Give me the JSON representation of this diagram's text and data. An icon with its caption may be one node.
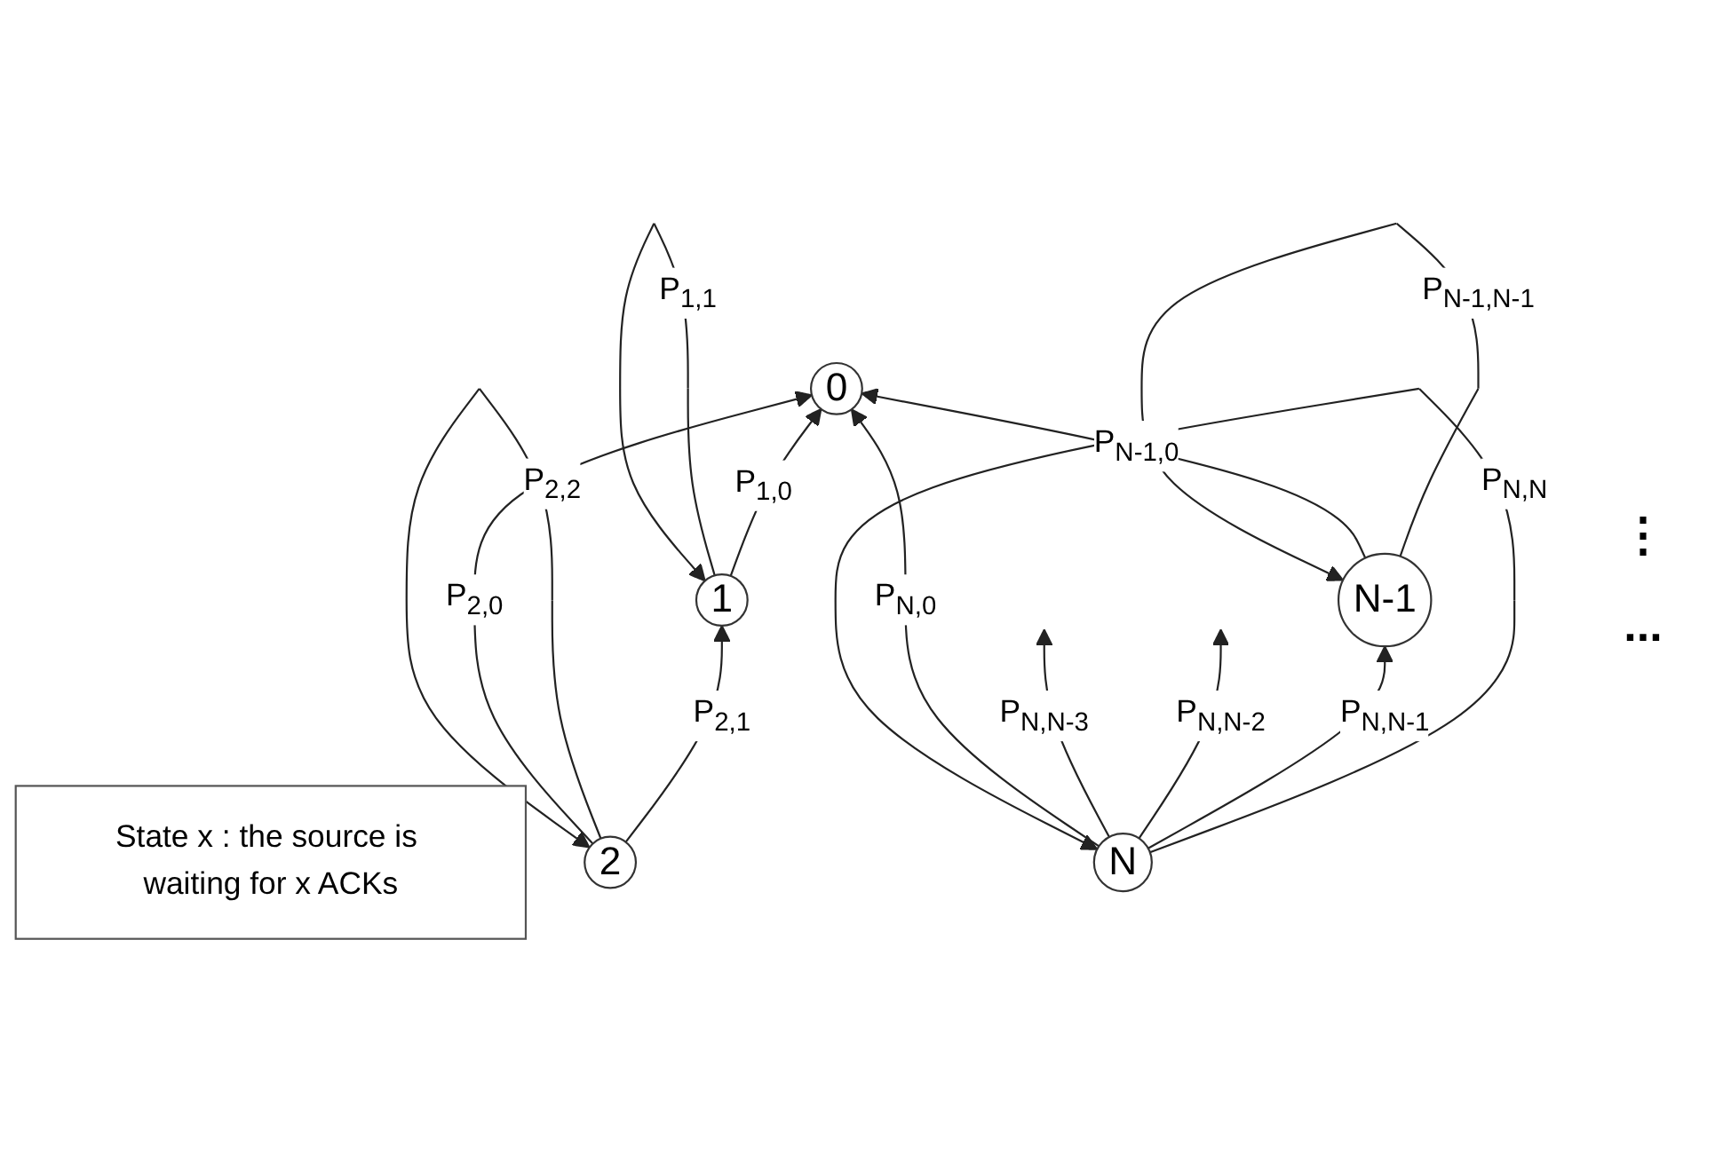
{
  "diagram": {
    "nodes": [
      {
        "text": [
          "0"
        ]
      },
      {
        "text": [
          "1"
        ]
      },
      {
        "text": [
          "State x : the source is waiting for x ACKs"
        ]
      },
      {
        "text": [
          "2"
        ]
      },
      {
        "text": [
          "N-1"
        ]
      },
      {
        "text": [
          "N"
        ]
      }
    ],
    "edges": [
      {
        "from": 1,
        "to": 0,
        "arrow": "to",
        "label": "P$_{1,0}$"
      },
      {
        "from": 1,
        "to": 1,
        "arrow": "to",
        "label": "P$_{1,1}$"
      },
      {
        "from": 3,
        "to": 1,
        "arrow": "to",
        "label": "P$_{2,1}$"
      },
      {
        "from": 3,
        "to": 3,
        "arrow": "to",
        "label": "P$_{2,2}$"
      },
      {
        "from": 3,
        "to": 0,
        "arrow": "to",
        "label": "P$_{2,0}$"
      },
      {
        "from": 4,
        "to": 4,
        "arrow": "to",
        "label": "P$_{N-1,N-1}$"
      },
      {
        "from": 4,
        "to": 0,
        "arrow": "to",
        "label": "P$_{N-1,0}$"
      },
      {
        "from": 5,
        "to": 5,
        "arrow": "to",
        "label": "P$_{N,N}$"
      },
      {
        "from": 5,
        "to": 4,
        "arrow": "to",
        "label": "P$_{N,N-1}$"
      },
      {
        "from": 5,
        "to": null,
        "arrow": "to",
        "label": "P$_{N,N-2}$"
      },
      {
        "from": 5,
        "to": null,
        "arrow": "to",
        "label": "P$_{N,N-3}$"
      },
      {
        "from": 5,
        "to": 0,
        "arrow": "to",
        "label": "P$_{N,0}$"
      }
    ],
    "labels": [
      "⋮",
      "..."
    ]
  }
}
